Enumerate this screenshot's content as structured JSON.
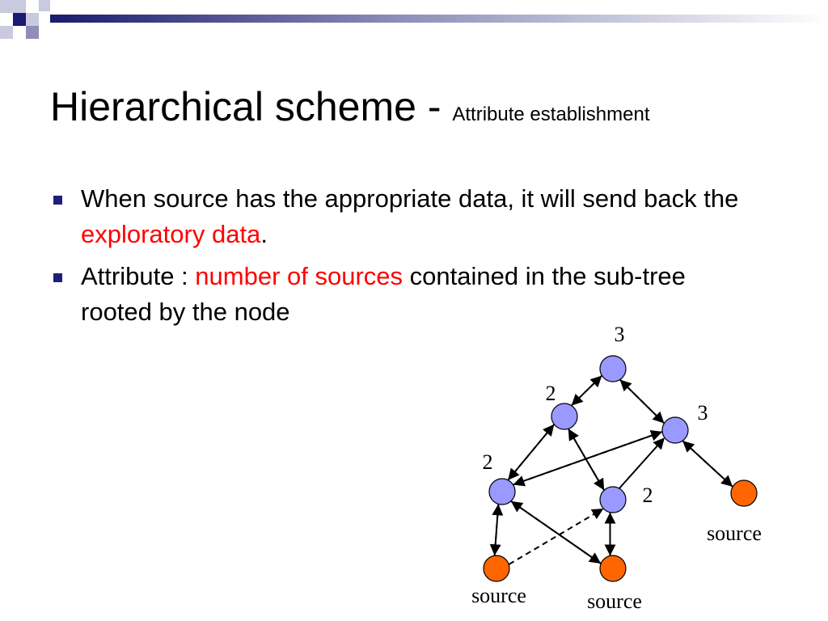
{
  "title": {
    "main": "Hierarchical scheme - ",
    "sub": "Attribute establishment"
  },
  "bullets": [
    {
      "pre": "When source has the appropriate data, it will send back the ",
      "highlight": "exploratory data",
      "post": "."
    },
    {
      "pre": "Attribute : ",
      "highlight": "number of  sources",
      "post": " contained in the sub-tree  rooted by the node"
    }
  ],
  "diagram": {
    "node_fill": "#9999ff",
    "source_fill": "#ff6600",
    "nodes": [
      {
        "id": "top",
        "kind": "node",
        "label": "3"
      },
      {
        "id": "midL",
        "kind": "node",
        "label": "2"
      },
      {
        "id": "midR",
        "kind": "node",
        "label": "3"
      },
      {
        "id": "lowL",
        "kind": "node",
        "label": "2"
      },
      {
        "id": "lowM",
        "kind": "node",
        "label": "2"
      },
      {
        "id": "srcR",
        "kind": "source",
        "label": "source"
      },
      {
        "id": "srcBL",
        "kind": "source",
        "label": "source"
      },
      {
        "id": "srcBM",
        "kind": "source",
        "label": "source"
      }
    ],
    "edges": [
      {
        "from": "midL",
        "to": "top",
        "style": "solid"
      },
      {
        "from": "top",
        "to": "midL",
        "style": "dashed"
      },
      {
        "from": "midR",
        "to": "top",
        "style": "solid"
      },
      {
        "from": "top",
        "to": "midR",
        "style": "dashed"
      },
      {
        "from": "lowL",
        "to": "midL",
        "style": "solid"
      },
      {
        "from": "midL",
        "to": "lowL",
        "style": "dashed"
      },
      {
        "from": "lowM",
        "to": "midL",
        "style": "solid"
      },
      {
        "from": "midL",
        "to": "lowM",
        "style": "dashed"
      },
      {
        "from": "lowL",
        "to": "midR",
        "style": "solid"
      },
      {
        "from": "lowM",
        "to": "midR",
        "style": "solid"
      },
      {
        "from": "midR",
        "to": "lowL",
        "style": "dashed"
      },
      {
        "from": "srcR",
        "to": "midR",
        "style": "solid"
      },
      {
        "from": "midR",
        "to": "srcR",
        "style": "dashed"
      },
      {
        "from": "srcBL",
        "to": "lowL",
        "style": "solid"
      },
      {
        "from": "lowL",
        "to": "srcBL",
        "style": "dashed"
      },
      {
        "from": "srcBL",
        "to": "lowM",
        "style": "dashed"
      },
      {
        "from": "srcBM",
        "to": "lowL",
        "style": "solid"
      },
      {
        "from": "lowL",
        "to": "srcBM",
        "style": "dashed"
      },
      {
        "from": "srcBM",
        "to": "lowM",
        "style": "solid"
      },
      {
        "from": "lowM",
        "to": "srcBM",
        "style": "dashed"
      }
    ]
  }
}
